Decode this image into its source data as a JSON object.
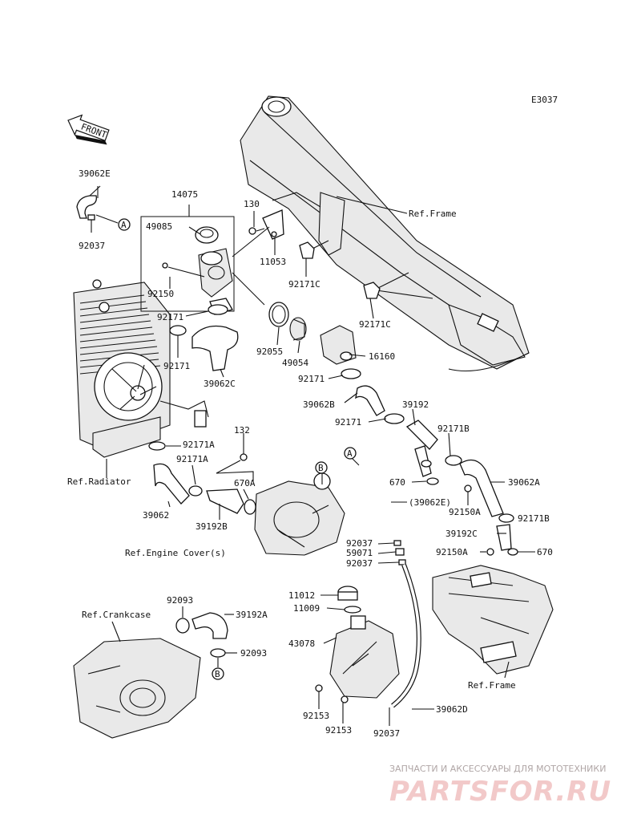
{
  "diagram_code": "E3037",
  "front_label": "FRONT",
  "parts": [
    {
      "id": "p-39062e",
      "text": "39062E"
    },
    {
      "id": "p-92037-a",
      "text": "92037"
    },
    {
      "id": "p-14075",
      "text": "14075"
    },
    {
      "id": "p-49085",
      "text": "49085"
    },
    {
      "id": "p-130",
      "text": "130"
    },
    {
      "id": "p-11053",
      "text": "11053"
    },
    {
      "id": "p-92171c-a",
      "text": "92171C"
    },
    {
      "id": "p-92171c-b",
      "text": "92171C"
    },
    {
      "id": "p-92150",
      "text": "92150"
    },
    {
      "id": "p-92171-a",
      "text": "92171"
    },
    {
      "id": "p-92171-b",
      "text": "92171"
    },
    {
      "id": "p-39062c",
      "text": "39062C"
    },
    {
      "id": "p-92055",
      "text": "92055"
    },
    {
      "id": "p-49054",
      "text": "49054"
    },
    {
      "id": "p-16160",
      "text": "16160"
    },
    {
      "id": "p-92171-c",
      "text": "92171"
    },
    {
      "id": "p-39062b",
      "text": "39062B"
    },
    {
      "id": "p-39192",
      "text": "39192"
    },
    {
      "id": "p-92171-d",
      "text": "92171"
    },
    {
      "id": "p-92171b-a",
      "text": "92171B"
    },
    {
      "id": "p-92171a-a",
      "text": "92171A"
    },
    {
      "id": "p-132",
      "text": "132"
    },
    {
      "id": "p-92171a-b",
      "text": "92171A"
    },
    {
      "id": "p-670a",
      "text": "670A"
    },
    {
      "id": "p-670-a",
      "text": "670"
    },
    {
      "id": "p-39062a",
      "text": "39062A"
    },
    {
      "id": "p-39062e-ref",
      "text": "(39062E)"
    },
    {
      "id": "p-92150a-a",
      "text": "92150A"
    },
    {
      "id": "p-92171b-b",
      "text": "92171B"
    },
    {
      "id": "p-39062",
      "text": "39062"
    },
    {
      "id": "p-39192b",
      "text": "39192B"
    },
    {
      "id": "p-92037-b",
      "text": "92037"
    },
    {
      "id": "p-59071",
      "text": "59071"
    },
    {
      "id": "p-92037-c",
      "text": "92037"
    },
    {
      "id": "p-39192c",
      "text": "39192C"
    },
    {
      "id": "p-92150a-b",
      "text": "92150A"
    },
    {
      "id": "p-670-b",
      "text": "670"
    },
    {
      "id": "p-11012",
      "text": "11012"
    },
    {
      "id": "p-11009",
      "text": "11009"
    },
    {
      "id": "p-92093-a",
      "text": "92093"
    },
    {
      "id": "p-39192a",
      "text": "39192A"
    },
    {
      "id": "p-92093-b",
      "text": "92093"
    },
    {
      "id": "p-43078",
      "text": "43078"
    },
    {
      "id": "p-92153-a",
      "text": "92153"
    },
    {
      "id": "p-92153-b",
      "text": "92153"
    },
    {
      "id": "p-92037-d",
      "text": "92037"
    },
    {
      "id": "p-39062d",
      "text": "39062D"
    }
  ],
  "references": {
    "frame_top": "Ref.Frame",
    "radiator": "Ref.Radiator",
    "engine_cover": "Ref.Engine Cover(s)",
    "crankcase": "Ref.Crankcase",
    "frame_bottom": "Ref.Frame"
  },
  "callouts": {
    "a_top": "A",
    "a_mid": "A",
    "b_top": "B",
    "b_bottom": "B"
  },
  "watermark": {
    "caption": "ЗАПЧАСТИ И АКСЕССУАРЫ ДЛЯ МОТОТЕХНИКИ",
    "brand": "PARTSFOR.RU"
  }
}
